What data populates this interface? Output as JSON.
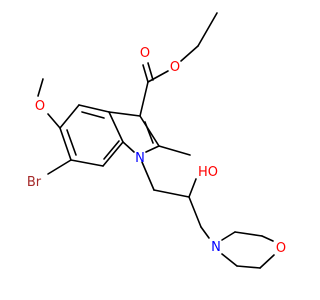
{
  "molecule": {
    "atoms": {
      "o_carbonyl": "O",
      "o_ester": "O",
      "o_methoxy": "O",
      "br": "Br",
      "n_indole": "N",
      "oh": "HO",
      "n_morpholine": "N",
      "o_morpholine": "O"
    },
    "colors": {
      "oxygen": "#ff0000",
      "nitrogen": "#0000ff",
      "bromine": "#a52a2a",
      "bond": "#000000",
      "background": "#ffffff"
    }
  }
}
